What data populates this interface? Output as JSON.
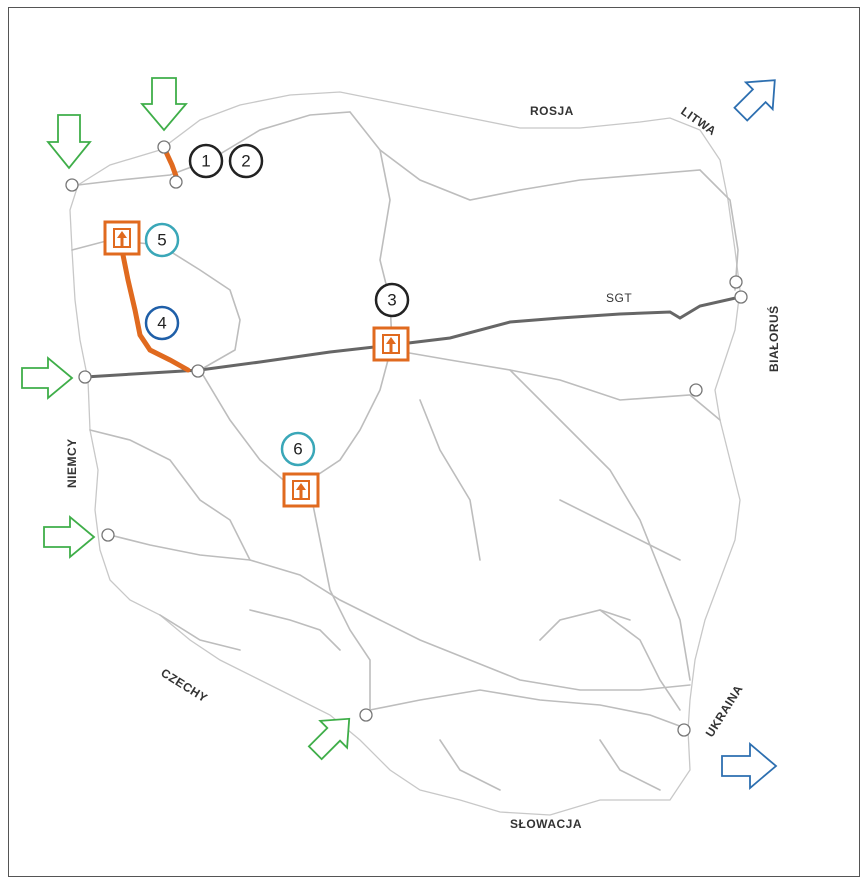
{
  "labels": {
    "rosja": "ROSJA",
    "litwa": "LITWA",
    "bialorus": "BIAŁORUŚ",
    "niemcy": "NIEMCY",
    "czechy": "CZECHY",
    "slowacja": "SŁOWACJA",
    "ukraina": "UKRAINA",
    "sgt": "SGT"
  },
  "markers": [
    {
      "id": "1",
      "label": "1",
      "color": "#222222"
    },
    {
      "id": "2",
      "label": "2",
      "color": "#222222"
    },
    {
      "id": "3",
      "label": "3",
      "color": "#222222"
    },
    {
      "id": "4",
      "label": "4",
      "color": "#1f5fa8"
    },
    {
      "id": "5",
      "label": "5",
      "color": "#3aa7b8"
    },
    {
      "id": "6",
      "label": "6",
      "color": "#3aa7b8"
    }
  ],
  "colors": {
    "pipeline": "#b8b8b8",
    "sgt": "#666666",
    "project": "#e06a1f",
    "entry_arrow": "#3fae49",
    "exit_arrow": "#2d6fb0"
  },
  "icons": {
    "entry": "green-outline-arrow-icon",
    "exit": "blue-outline-arrow-icon",
    "compressor": "orange-square-arrow-icon"
  }
}
